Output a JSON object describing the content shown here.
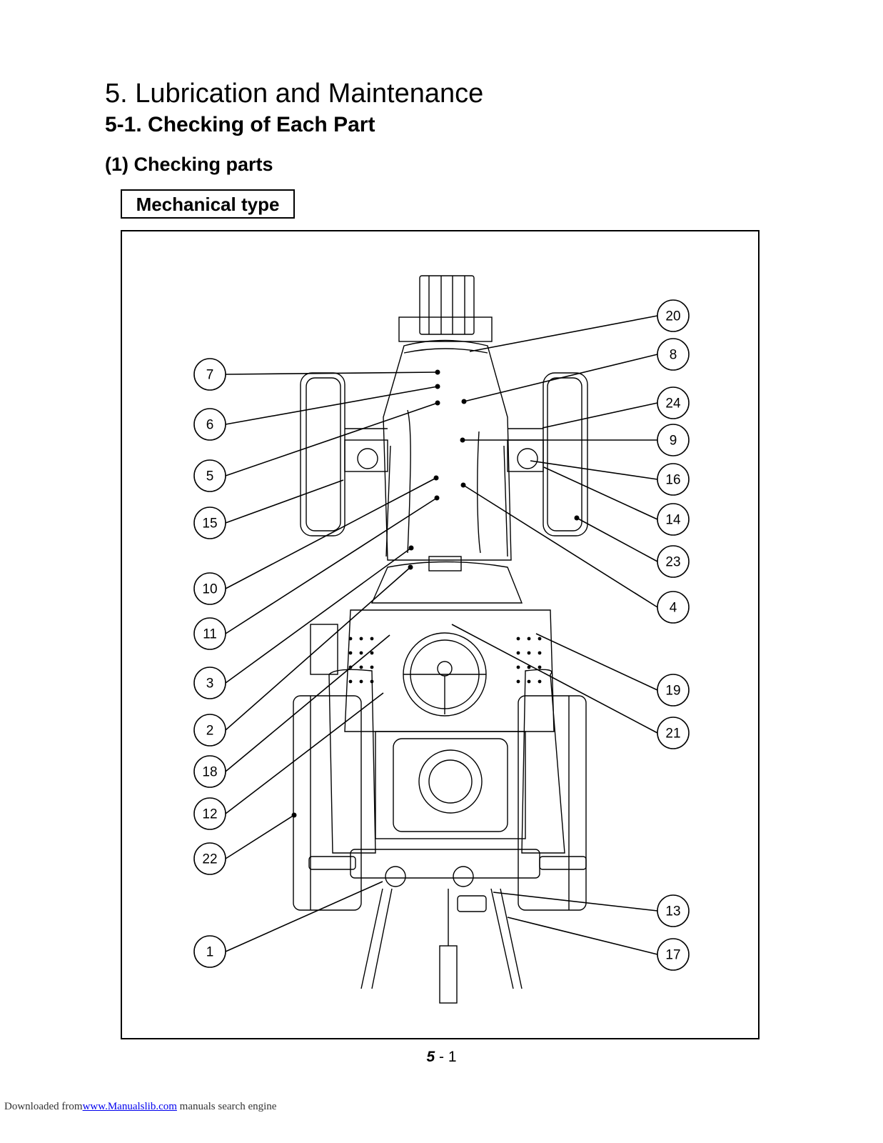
{
  "heading": {
    "title": "5. Lubrication and Maintenance",
    "section": "5-1. Checking of Each Part",
    "subsection": "(1) Checking parts"
  },
  "figure": {
    "type_label": "Mechanical type",
    "callouts_left": [
      "7",
      "6",
      "5",
      "15",
      "10",
      "11",
      "3",
      "2",
      "18",
      "12",
      "22",
      "1"
    ],
    "callouts_right": [
      "20",
      "8",
      "24",
      "9",
      "16",
      "14",
      "23",
      "4",
      "19",
      "21",
      "13",
      "17"
    ]
  },
  "page_number": {
    "chapter": "5",
    "separator": "-",
    "page": "1"
  },
  "footer": {
    "prefix": "Downloaded from",
    "link": "www.Manualslib.com",
    "suffix": "manuals search engine"
  }
}
